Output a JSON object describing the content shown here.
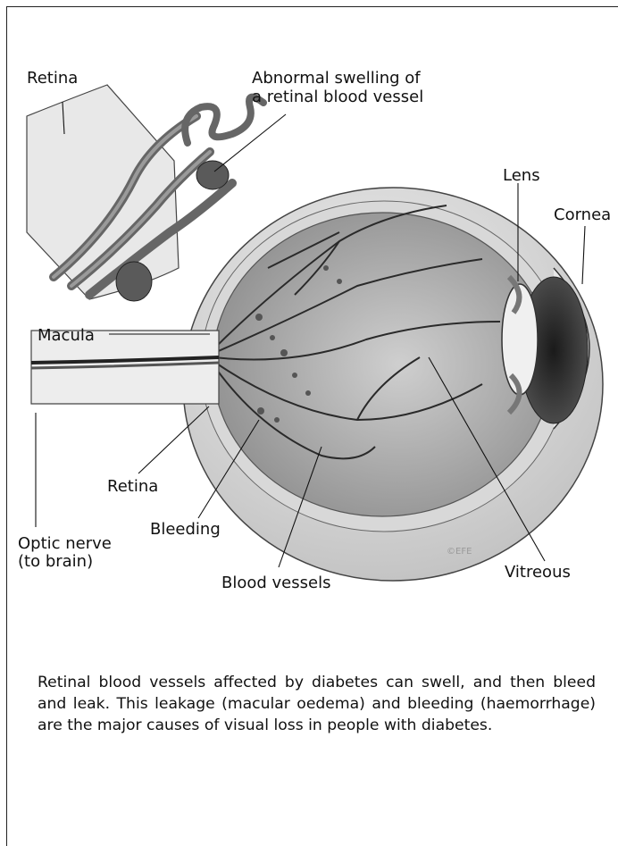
{
  "labels": {
    "retina_top": "Retina",
    "swelling_line1": "Abnormal swelling of",
    "swelling_line2": "a retinal blood vessel",
    "lens": "Lens",
    "cornea": "Cornea",
    "macula": "Macula",
    "retina_bottom": "Retina",
    "optic_line1": "Optic nerve",
    "optic_line2": "(to brain)",
    "bleeding": "Bleeding",
    "blood_vessels": "Blood vessels",
    "vitreous": "Vitreous"
  },
  "caption": "Retinal blood vessels affected by diabetes can swell, and then bleed and leak. This leakage (macular oedema) and bleeding (haemorrhage) are the major causes of visual loss in people with diabetes.",
  "colors": {
    "line": "#111111",
    "sclera": "#e6e6e6",
    "vessel": "#6e6e6e",
    "interior": "#b4b4b4"
  }
}
